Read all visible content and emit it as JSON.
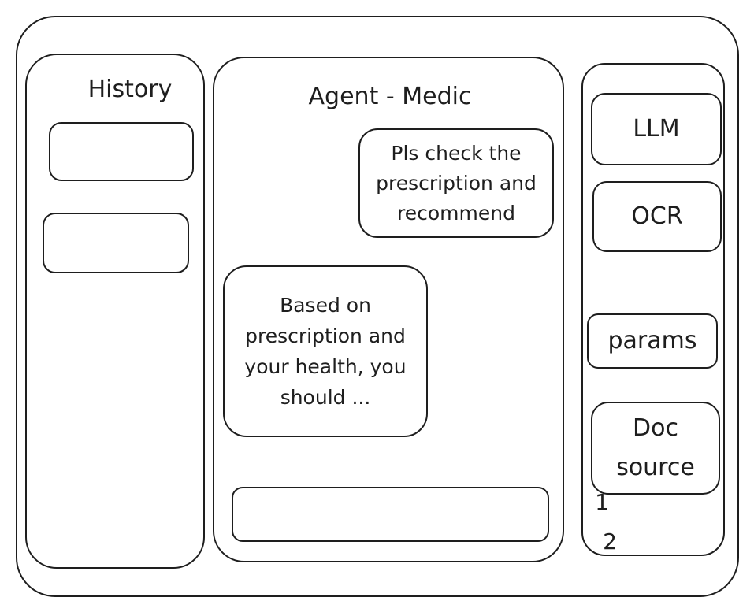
{
  "history": {
    "title": "History",
    "items": [
      "",
      ""
    ]
  },
  "chat": {
    "title": "Agent - Medic",
    "messages": [
      {
        "role": "user",
        "text": "Pls check the prescription and recommend"
      },
      {
        "role": "agent",
        "text": "Based on prescription and your health, you should ..."
      }
    ],
    "input_value": ""
  },
  "settings": {
    "llm_label": "LLM",
    "ocr_label": "OCR",
    "params_label": "params",
    "doc_source_label": "Doc source",
    "doc_sources": [
      "1",
      "2"
    ]
  }
}
